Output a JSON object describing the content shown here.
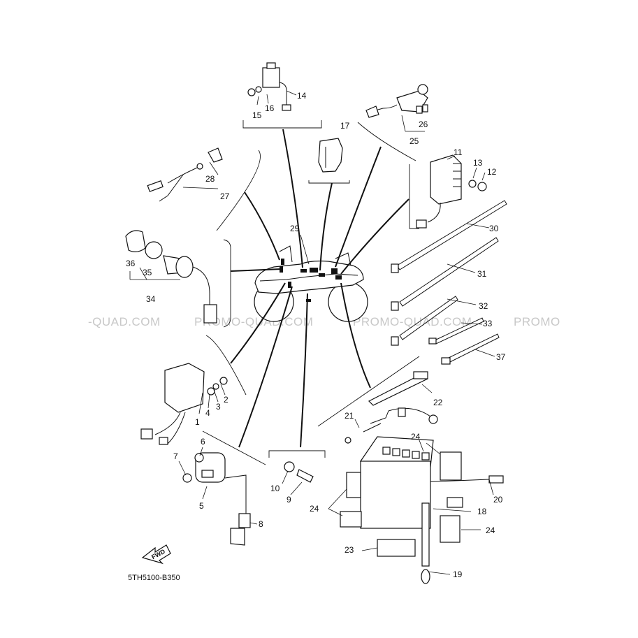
{
  "diagram": {
    "code": "5TH5100-B350",
    "fwd_label": "FWD",
    "watermarks": [
      "-QUAD.COM",
      "PROMO-QUAD.COM",
      "PROMO-QUAD.COM",
      "PROMO"
    ],
    "callouts": [
      "1",
      "2",
      "3",
      "4",
      "5",
      "6",
      "7",
      "8",
      "9",
      "10",
      "11",
      "12",
      "13",
      "14",
      "15",
      "16",
      "17",
      "18",
      "19",
      "20",
      "21",
      "22",
      "23",
      "24",
      "24",
      "24",
      "24",
      "25",
      "26",
      "27",
      "28",
      "29",
      "30",
      "31",
      "32",
      "33",
      "34",
      "35",
      "36",
      "37"
    ]
  }
}
